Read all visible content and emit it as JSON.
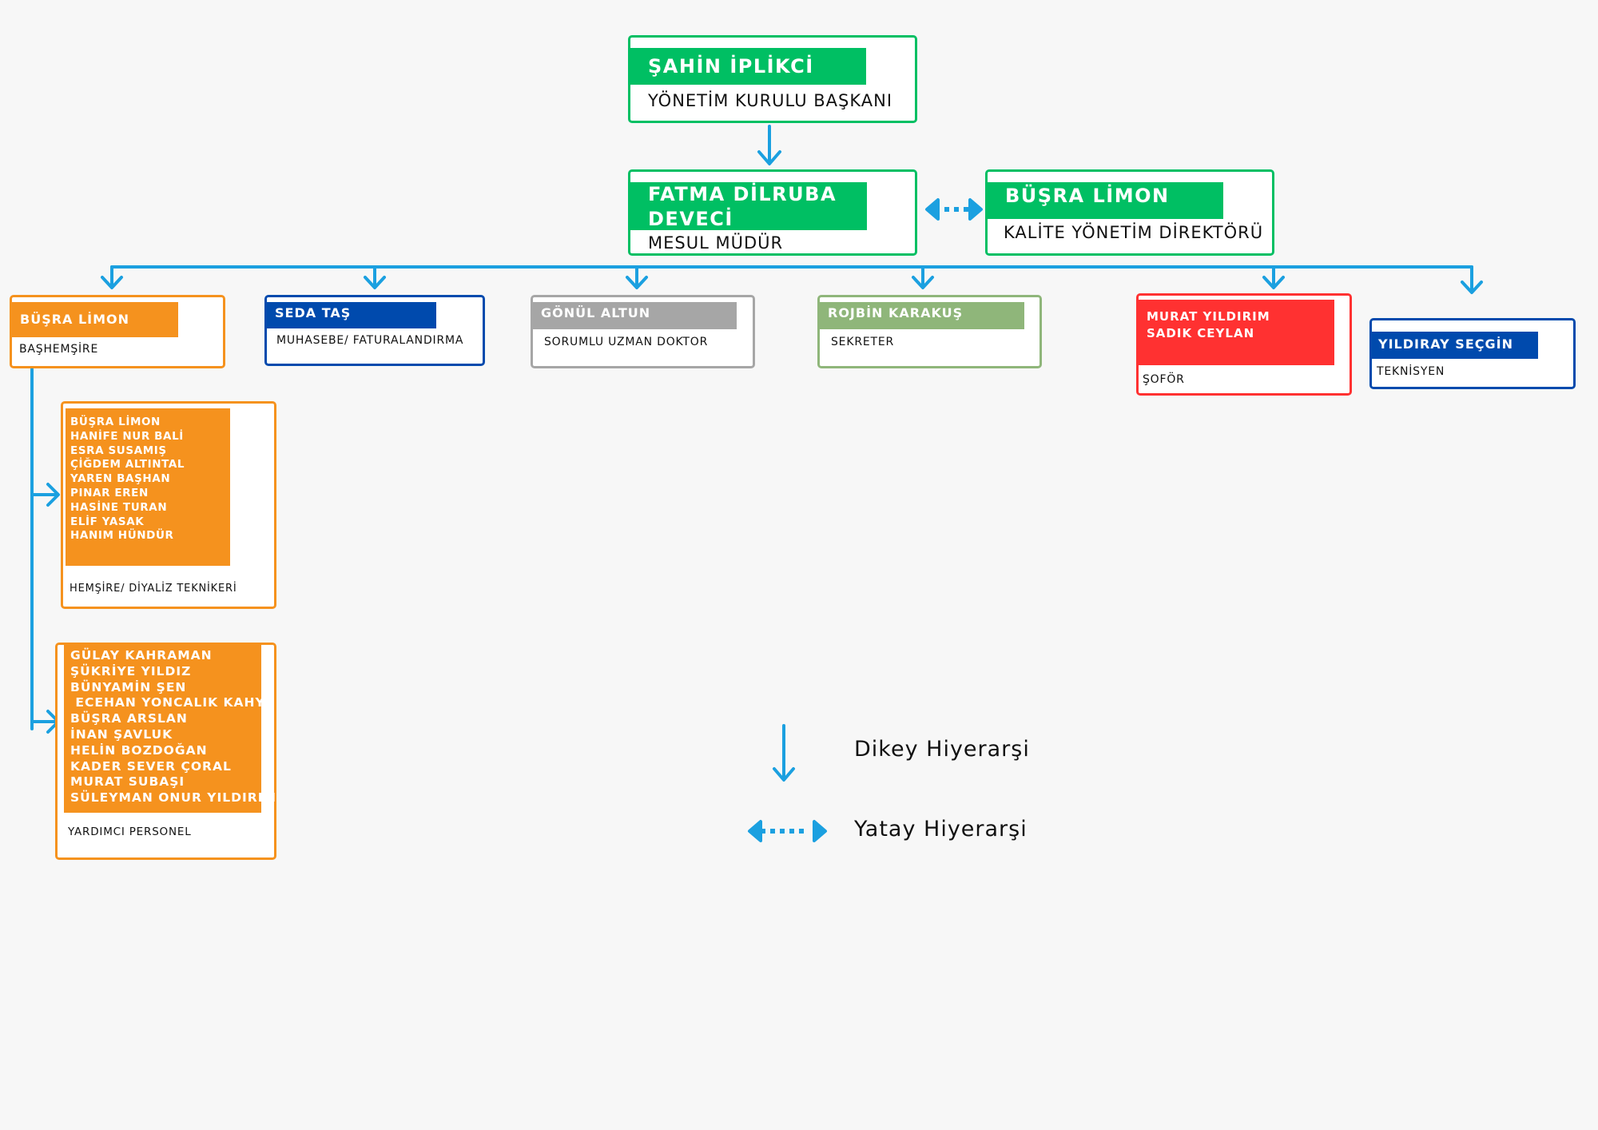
{
  "colors": {
    "line": "#1ba0e0",
    "green": "#00bf63",
    "blue": "#004aad",
    "gray": "#a6a6a6",
    "sage": "#8fb67a",
    "red": "#ff3131",
    "orange": "#f5921e"
  },
  "top": {
    "name": "ŞAHİN İPLİKCİ",
    "title": "YÖNETİM KURULU BAŞKANI"
  },
  "mesul": {
    "name_line1": "FATMA DİLRUBA",
    "name_line2": "DEVECİ",
    "title": "MESUL MÜDÜR"
  },
  "kalite": {
    "name": "BÜŞRA LİMON",
    "title": "KALİTE YÖNETİM DİREKTÖRÜ"
  },
  "departments": {
    "bashemsire": {
      "name": "BÜŞRA LİMON",
      "title": "BAŞHEMŞİRE"
    },
    "muhasebe": {
      "name": "SEDA TAŞ",
      "title": "MUHASEBE/ FATURALANDIRMA"
    },
    "doktor": {
      "name": "GÖNÜL ALTUN",
      "title": "SORUMLU UZMAN DOKTOR"
    },
    "sekreter": {
      "name": "ROJBİN KARAKUŞ",
      "title": "SEKRETER"
    },
    "sofor": {
      "name_line1": "MURAT YILDIRIM",
      "name_line2": "SADIK CEYLAN",
      "title": "ŞOFÖR"
    },
    "teknisyen": {
      "name": "YILDIRAY SEÇGİN",
      "title": "TEKNİSYEN"
    }
  },
  "nurses": {
    "names": [
      "BÜŞRA LİMON",
      "HANİFE NUR BALİ",
      "ESRA SUSAMIŞ",
      "ÇİĞDEM ALTINTAL",
      "YAREN BAŞHAN",
      "PINAR EREN",
      "HASİNE TURAN",
      "ELİF YASAK",
      "HANIM HÜNDÜR"
    ],
    "title": "HEMŞİRE/ DİYALİZ TEKNİKERİ"
  },
  "helpers": {
    "names": [
      "GÜLAY KAHRAMAN",
      "ŞÜKRİYE YILDIZ",
      "BÜNYAMİN ŞEN",
      " ECEHAN YONCALIK KAHYA",
      "BÜŞRA ARSLAN",
      "İNAN ŞAVLUK",
      "HELİN BOZDOĞAN",
      "KADER SEVER ÇORAL",
      "MURAT SUBAŞI",
      "SÜLEYMAN ONUR YILDIRIM"
    ],
    "title": "YARDIMCI PERSONEL"
  },
  "legend": {
    "vertical": "Dikey Hiyerarşi",
    "horizontal": "Yatay Hiyerarşi"
  }
}
